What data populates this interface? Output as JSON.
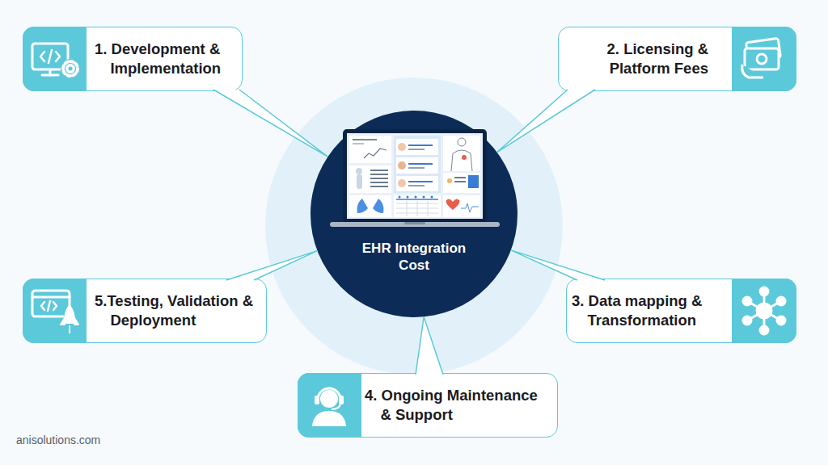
{
  "diagram": {
    "nodes": [
      {
        "text": [
          "EHR Integration Cost"
        ]
      },
      {
        "text": [
          "1. Development & Implementation"
        ]
      },
      {
        "text": [
          "2. Licensing & Platform Fees"
        ]
      },
      {
        "text": [
          "3. Data mapping & Transformation"
        ]
      },
      {
        "text": [
          "4. Ongoing Maintenance & Support"
        ]
      },
      {
        "text": [
          "5.Testing, Validation & Deployment"
        ]
      }
    ],
    "edges": [
      {
        "from": 1,
        "to": 0,
        "arrow": "none"
      },
      {
        "from": 2,
        "to": 0,
        "arrow": "none"
      },
      {
        "from": 3,
        "to": 0,
        "arrow": "none"
      },
      {
        "from": 4,
        "to": 0,
        "arrow": "none"
      },
      {
        "from": 5,
        "to": 0,
        "arrow": "none"
      }
    ],
    "labels": [
      "anisolutions.com"
    ]
  }
}
